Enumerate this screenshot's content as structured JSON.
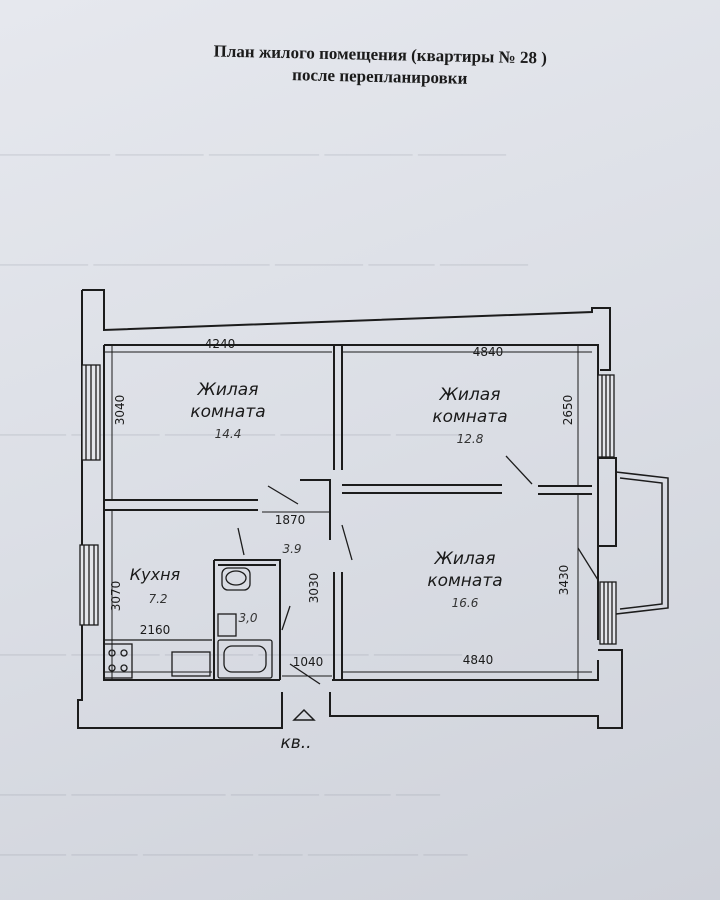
{
  "title": {
    "line1": "План жилого помещения (квартиры № 28 )",
    "line2": "после перепланировки"
  },
  "rooms": [
    {
      "name": "Жилая\nкомната",
      "area": "14.4"
    },
    {
      "name": "Жилая\nкомната",
      "area": "12.8"
    },
    {
      "name": "Жилая\nкомната",
      "area": "16.6"
    },
    {
      "name": "Кухня",
      "area": "7.2"
    }
  ],
  "small_areas": {
    "bath": "3,0",
    "corridor": "3.9"
  },
  "dimensions": {
    "top_left": "4240",
    "top_right": "4840",
    "left_upper": "3040",
    "left_lower": "3070",
    "right_upper": "2650",
    "right_lower": "3430",
    "corridor_width": "1870",
    "corridor_height": "3030",
    "kitchen_width": "2160",
    "entry_width": "1040",
    "bottom_right": "4840"
  },
  "entrance_label": "кв.."
}
